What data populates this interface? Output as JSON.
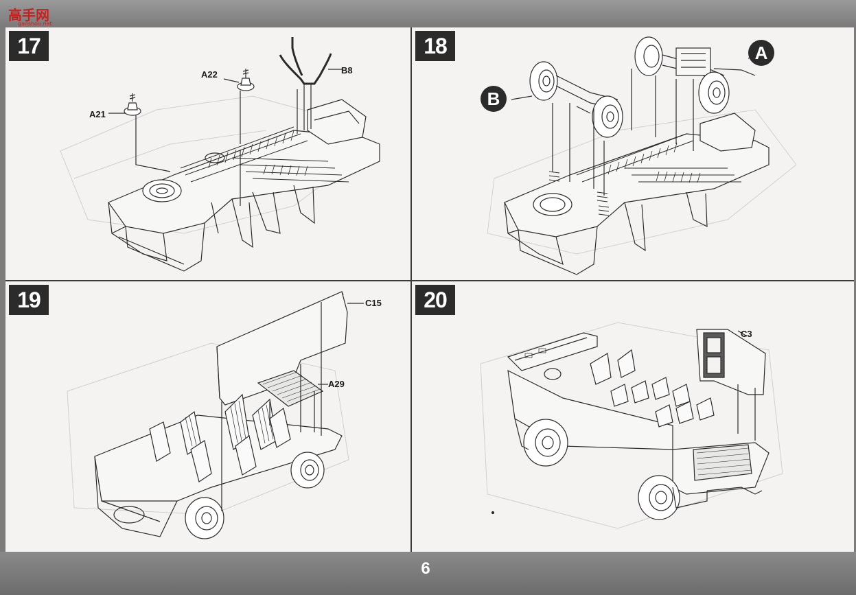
{
  "site_logo": {
    "text": "高手网",
    "url_text": "gaoshou.net"
  },
  "steps": [
    {
      "number": "17",
      "parts": [
        "A21",
        "A22",
        "B8"
      ]
    },
    {
      "number": "18",
      "subassemblies": [
        "A",
        "B"
      ]
    },
    {
      "number": "19",
      "parts": [
        "C15",
        "A29"
      ]
    },
    {
      "number": "20",
      "parts": [
        "C3"
      ]
    }
  ],
  "page_number": "6"
}
